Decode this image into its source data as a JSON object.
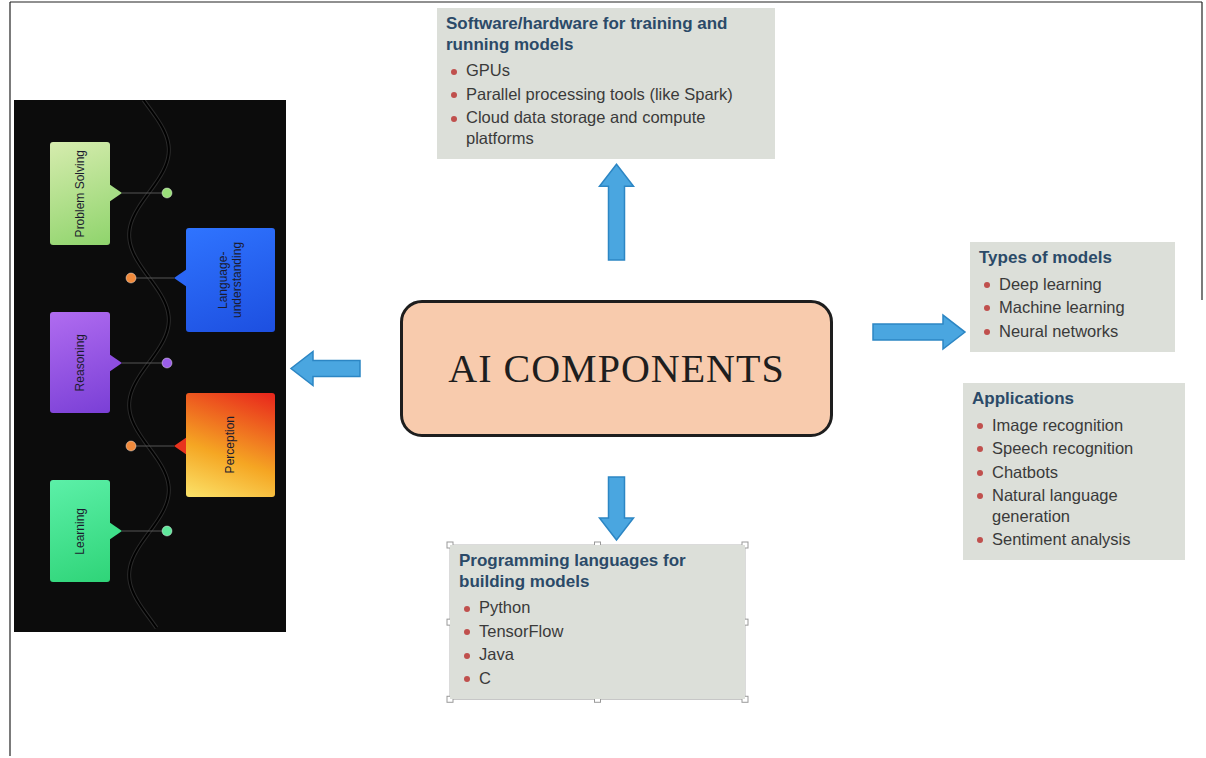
{
  "diagram": {
    "nodes": [
      {
        "text": []
      },
      {
        "text": [
          "Problem Solving"
        ],
        "in": 0
      },
      {
        "text": [
          "Language-understanding"
        ],
        "in": 0
      },
      {
        "text": [
          "Reasoning"
        ],
        "in": 0
      },
      {
        "text": [
          "Perception"
        ],
        "in": 0
      },
      {
        "text": [
          "Learning"
        ],
        "in": 0
      },
      {
        "text": [
          "Software/hardware for training and running models",
          "GPUs",
          "Parallel processing tools (like Spark)",
          "Cloud data storage and compute platforms"
        ]
      },
      {
        "text": [
          "AI COMPONENTS"
        ]
      },
      {
        "text": [
          "Types of models",
          "Deep learning",
          "Machine learning",
          "Neural networks"
        ]
      },
      {
        "text": [
          "Applications",
          "Image recognition",
          "Speech recognition",
          "Chatbots",
          "Natural language generation",
          "Sentiment analysis"
        ]
      },
      {
        "text": [
          "Programming languages for building models",
          "Python",
          "TensorFlow",
          "Java",
          "C"
        ]
      }
    ],
    "edges": [
      {
        "from": 7,
        "to": 0,
        "arrow": "to"
      },
      {
        "from": 7,
        "to": 6,
        "arrow": "to"
      },
      {
        "from": 7,
        "to": 8,
        "arrow": "to"
      },
      {
        "from": 7,
        "to": 10,
        "arrow": "to"
      }
    ]
  }
}
